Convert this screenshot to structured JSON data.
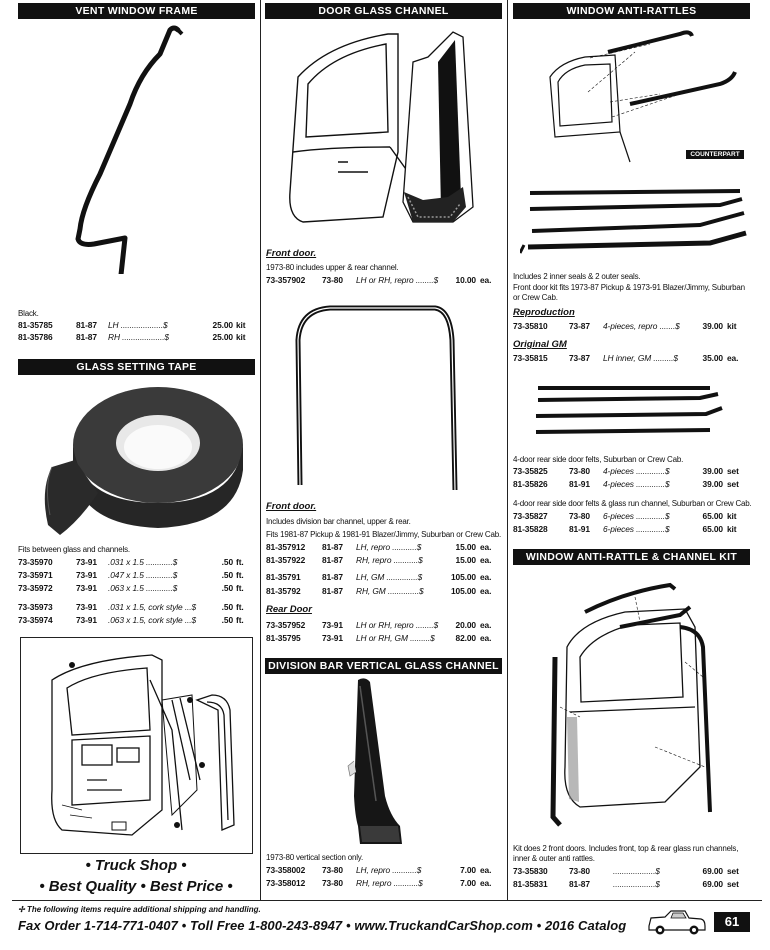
{
  "col1": {
    "vent_header": "VENT WINDOW FRAME",
    "vent_caption": "Black.",
    "vent_rows": [
      {
        "pn": "81-35785",
        "yr": "81-87",
        "desc": "LH ...................$",
        "pr": "25.00",
        "un": "kit"
      },
      {
        "pn": "81-35786",
        "yr": "81-87",
        "desc": "RH ...................$",
        "pr": "25.00",
        "un": "kit"
      }
    ],
    "tape_header": "GLASS SETTING TAPE",
    "tape_caption": "Fits between glass and channels.",
    "tape_rows": [
      {
        "pn": "73-35970",
        "yr": "73-91",
        "desc": ".031 x 1.5 ............$",
        "pr": ".50",
        "un": "ft."
      },
      {
        "pn": "73-35971",
        "yr": "73-91",
        "desc": ".047 x 1.5 ............$",
        "pr": ".50",
        "un": "ft."
      },
      {
        "pn": "73-35972",
        "yr": "73-91",
        "desc": ".063 x 1.5 ............$",
        "pr": ".50",
        "un": "ft."
      },
      {
        "pn": "73-35973",
        "yr": "73-91",
        "desc": ".031 x 1.5, cork style ...$",
        "pr": ".50",
        "un": "ft."
      },
      {
        "pn": "73-35974",
        "yr": "73-91",
        "desc": ".063 x 1.5, cork style ...$",
        "pr": ".50",
        "un": "ft."
      }
    ],
    "promo_line1": "• Truck Shop •",
    "promo_line2": "• Best Quality • Best Price •"
  },
  "col2": {
    "door_header": "DOOR GLASS CHANNEL",
    "front_title": "Front door.",
    "front_caption": "1973-80 includes upper & rear channel.",
    "front_rows": [
      {
        "pn": "73-357902",
        "yr": "73-80",
        "desc": "LH or RH, repro ........$",
        "pr": "10.00",
        "un": "ea."
      }
    ],
    "front2_title": "Front door.",
    "front2_caption1": "Includes division bar channel, upper & rear.",
    "front2_caption2": "Fits 1981-87 Pickup & 1981-91 Blazer/Jimmy, Suburban or Crew Cab.",
    "front2_rows": [
      {
        "pn": "81-357912",
        "yr": "81-87",
        "desc": "LH, repro ...........$",
        "pr": "15.00",
        "un": "ea."
      },
      {
        "pn": "81-357922",
        "yr": "81-87",
        "desc": "RH, repro ...........$",
        "pr": "15.00",
        "un": "ea."
      },
      {
        "pn": "81-35791",
        "yr": "81-87",
        "desc": "LH, GM ..............$",
        "pr": "105.00",
        "un": "ea."
      },
      {
        "pn": "81-35792",
        "yr": "81-87",
        "desc": "RH, GM ..............$",
        "pr": "105.00",
        "un": "ea."
      }
    ],
    "rear_title": "Rear Door",
    "rear_rows": [
      {
        "pn": "73-357952",
        "yr": "73-91",
        "desc": "LH or RH, repro ........$",
        "pr": "20.00",
        "un": "ea."
      },
      {
        "pn": "81-35795",
        "yr": "73-91",
        "desc": "LH or RH, GM .........$",
        "pr": "82.00",
        "un": "ea."
      }
    ],
    "div_header": "DIVISION BAR VERTICAL GLASS CHANNEL",
    "div_caption": "1973-80 vertical section only.",
    "div_rows": [
      {
        "pn": "73-358002",
        "yr": "73-80",
        "desc": "LH, repro ...........$",
        "pr": "7.00",
        "un": "ea."
      },
      {
        "pn": "73-358012",
        "yr": "73-80",
        "desc": "RH, repro ...........$",
        "pr": "7.00",
        "un": "ea."
      }
    ]
  },
  "col3": {
    "anti_header": "WINDOW ANTI-RATTLES",
    "counterpart_label": "COUNTERPART",
    "anti_caption1": "Includes 2 inner seals & 2 outer seals.",
    "anti_caption2": "Front door kit fits 1973-87 Pickup & 1973-91 Blazer/Jimmy, Suburban or Crew Cab.",
    "repro_title": "Reproduction",
    "repro_rows": [
      {
        "pn": "73-35810",
        "yr": "73-87",
        "desc": "4-pieces, repro .......$",
        "pr": "39.00",
        "un": "kit"
      }
    ],
    "gm_title": "Original GM",
    "gm_rows": [
      {
        "pn": "73-35815",
        "yr": "73-87",
        "desc": "LH inner, GM .........$",
        "pr": "35.00",
        "un": "ea."
      }
    ],
    "rear_caption1": "4-door rear side door felts, Suburban or Crew Cab.",
    "rear_rows1": [
      {
        "pn": "73-35825",
        "yr": "73-80",
        "desc": "4-pieces .............$",
        "pr": "39.00",
        "un": "set"
      },
      {
        "pn": "81-35826",
        "yr": "81-91",
        "desc": "4-pieces .............$",
        "pr": "39.00",
        "un": "set"
      }
    ],
    "rear_caption2": "4-door rear side door felts & glass run channel, Suburban or Crew Cab.",
    "rear_rows2": [
      {
        "pn": "73-35827",
        "yr": "73-80",
        "desc": "6-pieces .............$",
        "pr": "65.00",
        "un": "kit"
      },
      {
        "pn": "81-35828",
        "yr": "81-91",
        "desc": "6-pieces .............$",
        "pr": "65.00",
        "un": "kit"
      }
    ],
    "kit_header": "WINDOW ANTI-RATTLE & CHANNEL KIT",
    "kit_caption": "Kit does 2 front doors. Includes front, top & rear glass run channels, inner & outer anti rattles.",
    "kit_rows": [
      {
        "pn": "73-35830",
        "yr": "73-80",
        "desc": "...................$",
        "pr": "69.00",
        "un": "set"
      },
      {
        "pn": "81-35831",
        "yr": "81-87",
        "desc": "...................$",
        "pr": "69.00",
        "un": "set"
      }
    ]
  },
  "footer": {
    "note": "✢ The following items require additional shipping and handling.",
    "line": "Fax Order 1-714-771-0407  •  Toll Free 1-800-243-8947  •  www.TruckandCarShop.com  •  2016 Catalog",
    "page": "61"
  }
}
